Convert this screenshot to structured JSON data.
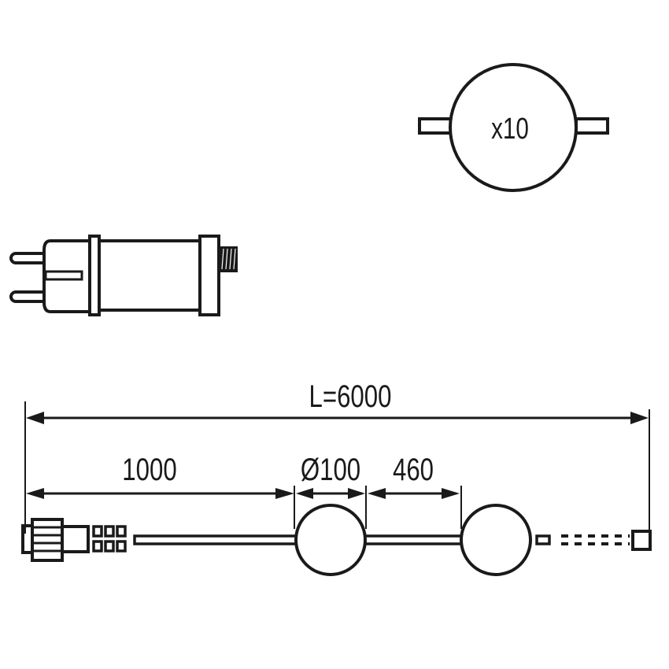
{
  "diagram": {
    "type": "technical-drawing",
    "subject": "LED ball string light with plug-in power adapter",
    "colors": {
      "line": "#1a1a1a",
      "background": "#ffffff"
    },
    "bulb_icon": {
      "quantity_label": "x10"
    },
    "adapter": {
      "label": "power-adapter-plug"
    },
    "dimensions": {
      "total_length": "L=6000",
      "lead_length": "1000",
      "ball_diameter": "Ø100",
      "spacing": "460"
    },
    "units": "mm"
  }
}
